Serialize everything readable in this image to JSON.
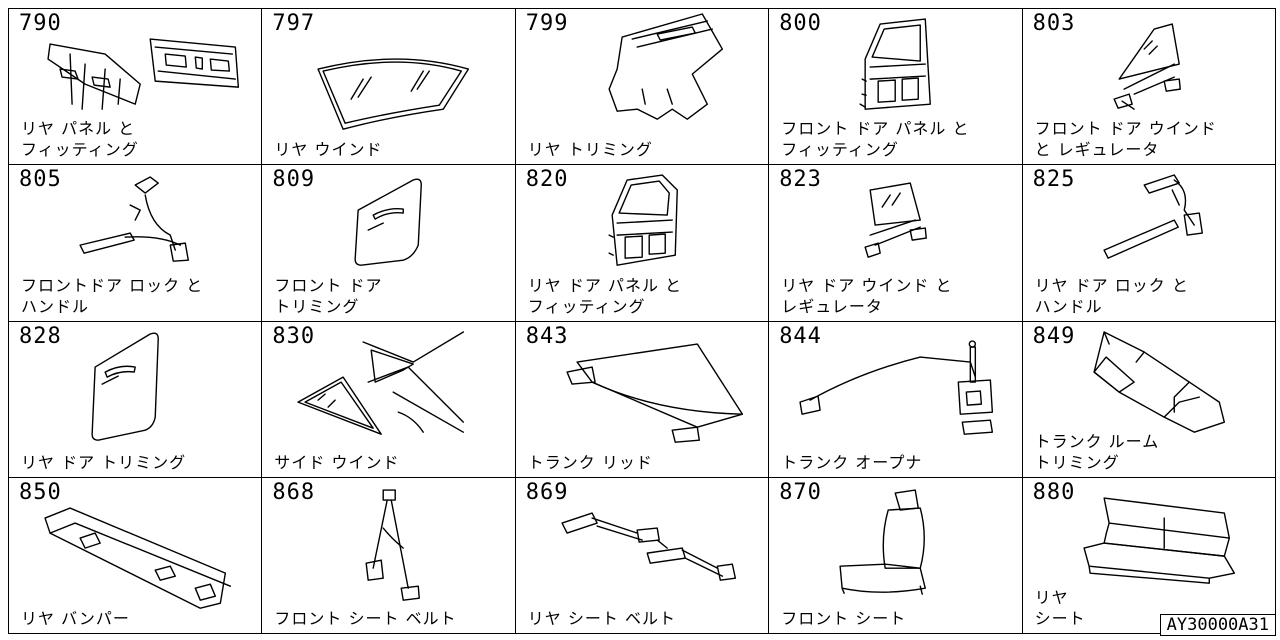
{
  "diagram_id": "AY30000A31",
  "cells": [
    {
      "code": "790",
      "label": "リヤ パネル と\nフィッティング"
    },
    {
      "code": "797",
      "label": "リヤ ウインド"
    },
    {
      "code": "799",
      "label": "リヤ トリミング"
    },
    {
      "code": "800",
      "label": "フロント ドア パネル と\nフィッティング"
    },
    {
      "code": "803",
      "label": "フロント ドア ウインド\nと レギュレータ"
    },
    {
      "code": "805",
      "label": "フロントドア ロック と\nハンドル"
    },
    {
      "code": "809",
      "label": "フロント ドア\nトリミング"
    },
    {
      "code": "820",
      "label": "リヤ ドア パネル と\nフィッティング"
    },
    {
      "code": "823",
      "label": "リヤ ドア ウインド と\nレギュレータ"
    },
    {
      "code": "825",
      "label": "リヤ ドア ロック と\nハンドル"
    },
    {
      "code": "828",
      "label": "リヤ ドア トリミング"
    },
    {
      "code": "830",
      "label": "サイド ウインド"
    },
    {
      "code": "843",
      "label": "トランク リッド"
    },
    {
      "code": "844",
      "label": "トランク オープナ"
    },
    {
      "code": "849",
      "label": "トランク ルーム\nトリミング"
    },
    {
      "code": "850",
      "label": "リヤ バンパー"
    },
    {
      "code": "868",
      "label": "フロント シート ベルト"
    },
    {
      "code": "869",
      "label": "リヤ シート ベルト"
    },
    {
      "code": "870",
      "label": "フロント シート"
    },
    {
      "code": "880",
      "label": "リヤ\nシート"
    }
  ]
}
